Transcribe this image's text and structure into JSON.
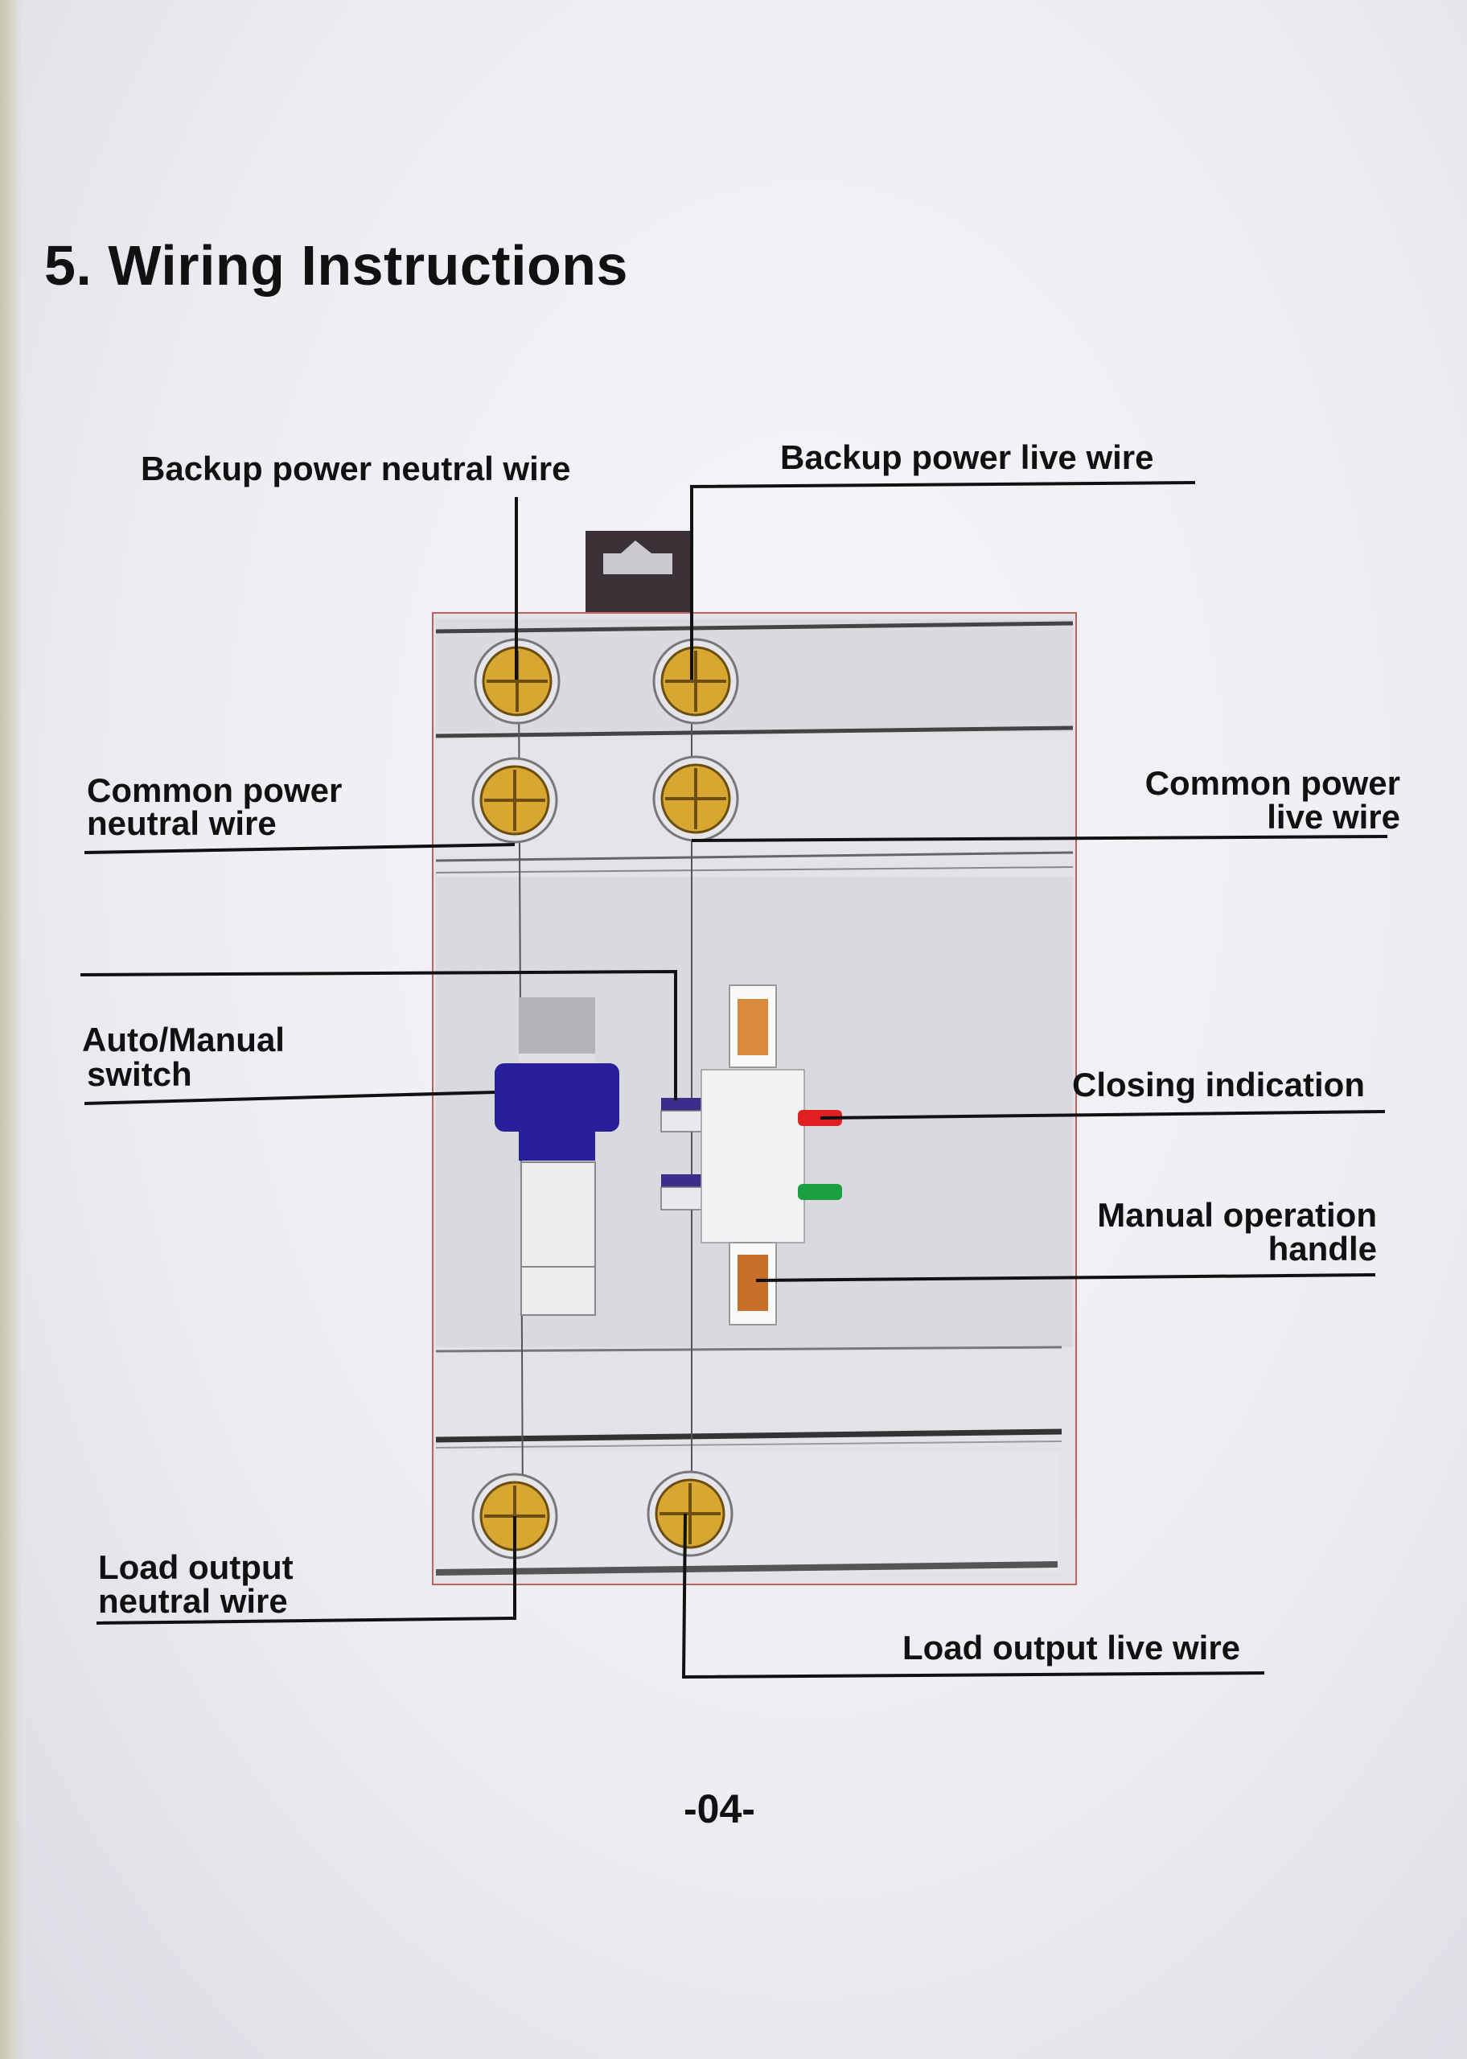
{
  "page": {
    "title": "5. Wiring Instructions",
    "page_number": "-04-"
  },
  "labels": {
    "backup_neutral": "Backup power neutral wire",
    "backup_live": "Backup power live wire",
    "common_neutral_line1": "Common power",
    "common_neutral_line2": "neutral wire",
    "common_live_line1": "Common power",
    "common_live_line2": "live wire",
    "auto_manual_line1": "Auto/Manual",
    "auto_manual_line2": "switch",
    "closing_indication": "Closing indication",
    "manual_handle_line1": "Manual operation",
    "manual_handle_line2": "handle",
    "load_neutral_line1": "Load output",
    "load_neutral_line2": "neutral wire",
    "load_live": "Load output live wire"
  },
  "colors": {
    "terminal_gold": "#d7a732",
    "switch_blue": "#2a1f9a",
    "indicator_red": "#e02020",
    "indicator_green": "#1aa040",
    "handle_orange": "#d98a3a",
    "leader_line": "#111111",
    "device_body": "#dcdde3"
  }
}
